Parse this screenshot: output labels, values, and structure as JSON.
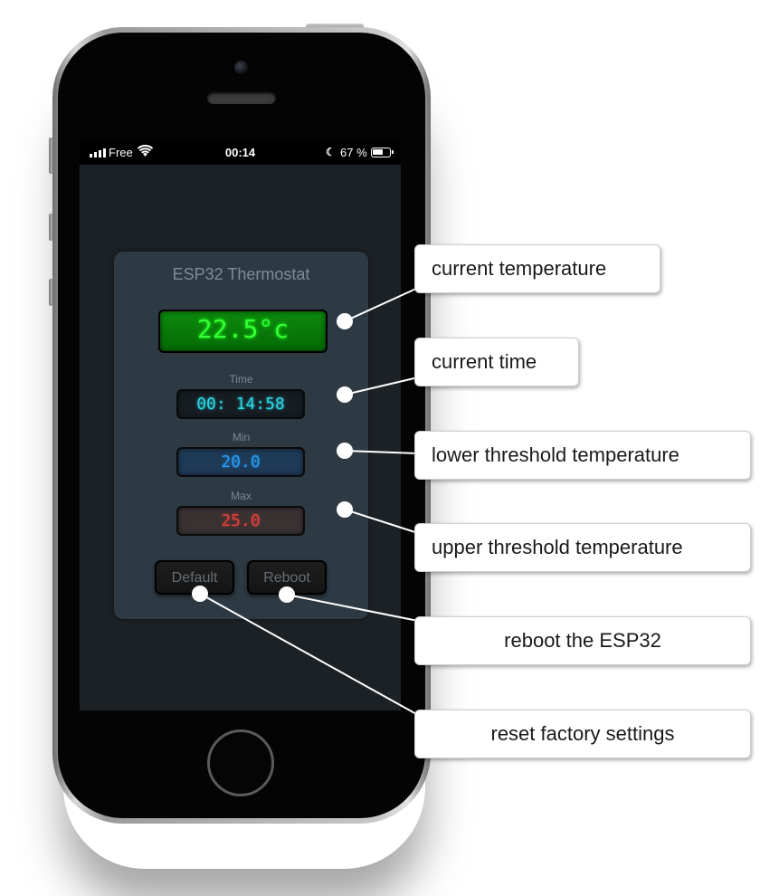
{
  "status_bar": {
    "carrier": "Free",
    "time": "00:14",
    "battery": "67 %",
    "battery_level": 0.67
  },
  "thermostat": {
    "title": "ESP32 Thermostat",
    "current_temperature": "22.5°c",
    "time_label": "Time",
    "time_value": "00: 14:58",
    "min_label": "Min",
    "min_value": "20.0",
    "max_label": "Max",
    "max_value": "25.0",
    "default_button": "Default",
    "reboot_button": "Reboot"
  },
  "callouts": {
    "current_temperature": "current temperature",
    "current_time": "current time",
    "lower_threshold": "lower threshold temperature",
    "upper_threshold": "upper threshold temperature",
    "reboot": "reboot the ESP32",
    "reset": "reset factory settings"
  },
  "colors": {
    "temperature_display": "#35ff35",
    "time_display": "#2fd6e6",
    "min_display": "#2a9df4",
    "max_display": "#e0443f"
  },
  "icons": [
    "signal-icon",
    "wifi-icon",
    "moon-icon",
    "battery-icon"
  ]
}
